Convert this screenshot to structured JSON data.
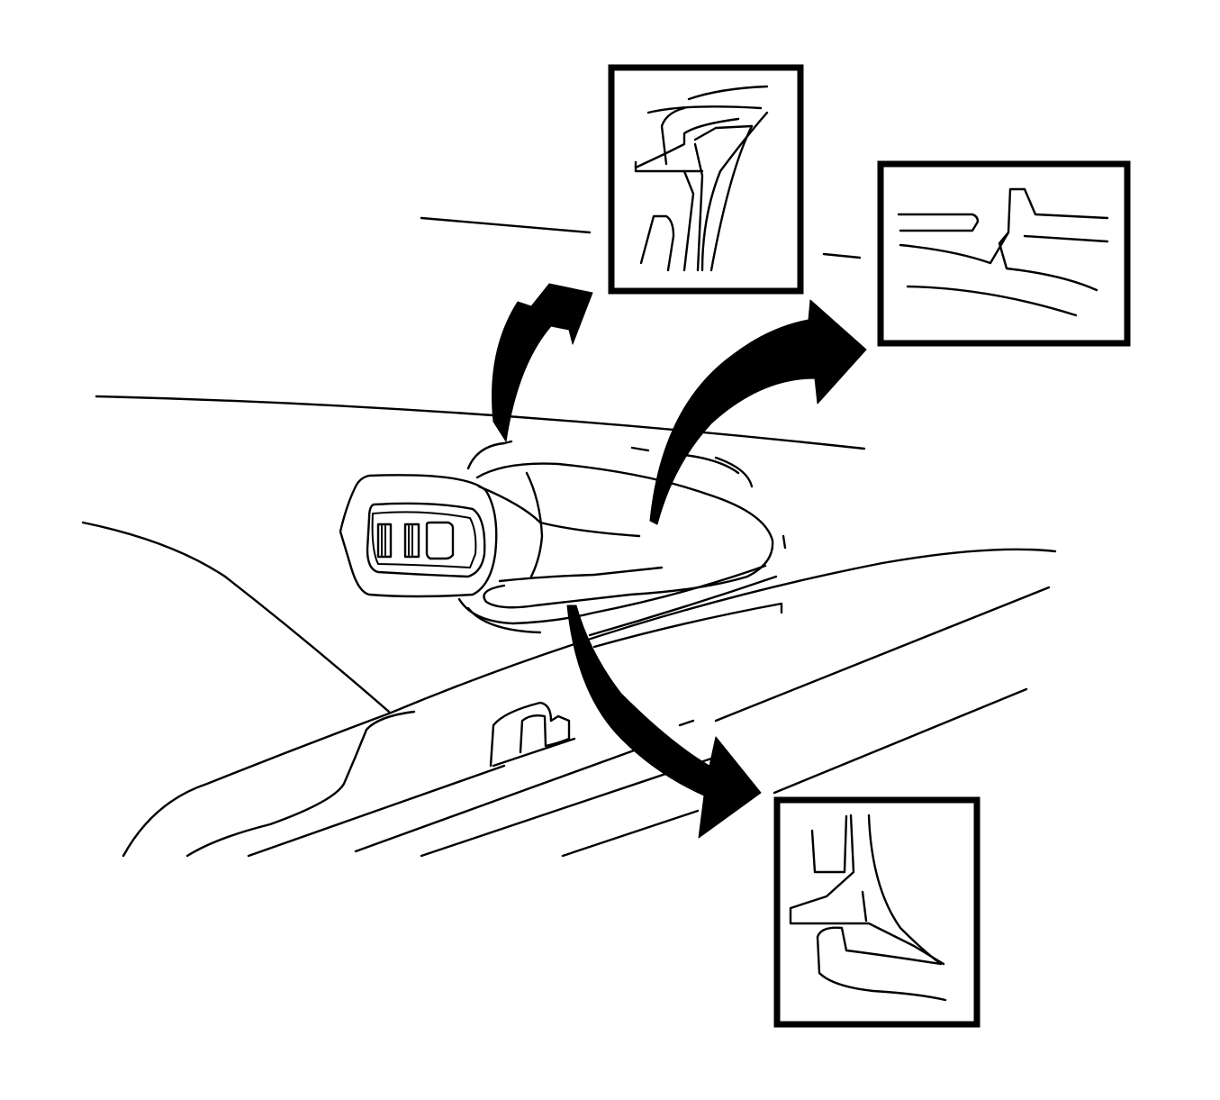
{
  "diagram": {
    "subject": "control-switch-clip-release",
    "ink_color": "#000000",
    "paper_color": "#ffffff",
    "detail_views": [
      {
        "id": "top",
        "callout": "upper-clip-detail"
      },
      {
        "id": "right",
        "callout": "side-clip-detail"
      },
      {
        "id": "bottom",
        "callout": "lower-clip-detail"
      }
    ]
  }
}
